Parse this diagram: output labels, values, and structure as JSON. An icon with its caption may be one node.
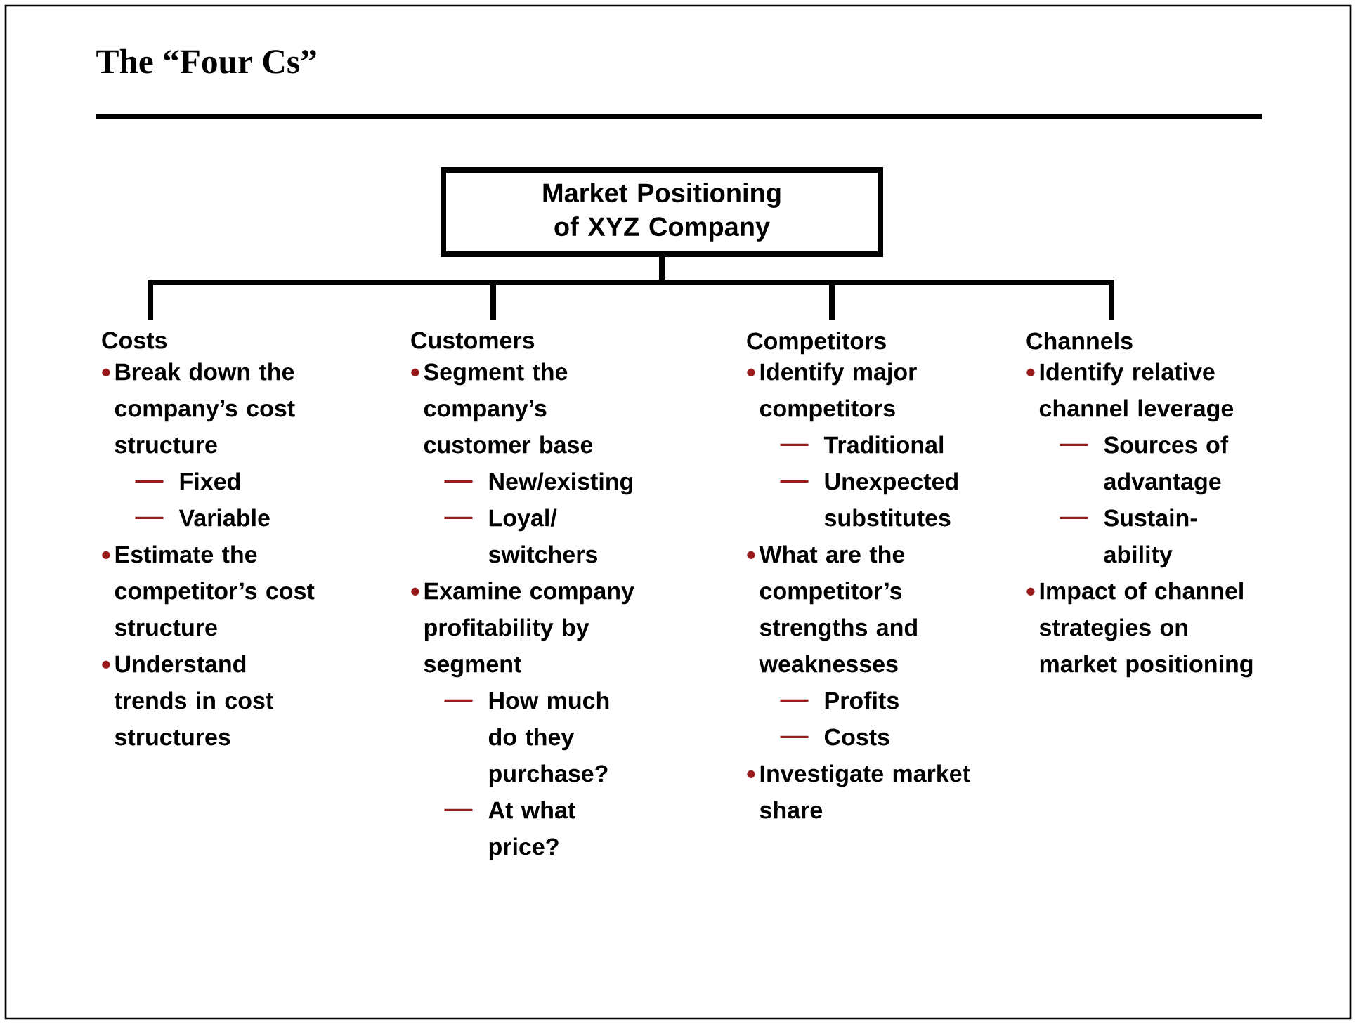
{
  "diagram": {
    "title": "The “Four Cs”",
    "nodes": [
      {
        "text": [
          "Market Positioning of XYZ Company"
        ]
      },
      {
        "text": [
          "Costs"
        ],
        "beside": [
          "Break down the company’s cost structure",
          "Fixed",
          "Variable",
          "Estimate the competitor’s cost structure",
          "Understand trends in cost structures"
        ]
      },
      {
        "text": [
          "Customers"
        ],
        "beside": [
          "Segment the company’s customer base",
          "New/existing",
          "Loyal/ switchers",
          "Examine company profitability by segment",
          "How much do they purchase?",
          "At what price?"
        ]
      },
      {
        "text": [
          "Competitors"
        ],
        "beside": [
          "Identify major competitors",
          "Traditional",
          "Unexpected substitutes",
          "What are the competitor’s strengths and weaknesses",
          "Profits",
          "Costs",
          "Investigate market share"
        ]
      },
      {
        "text": [
          "Channels"
        ],
        "beside": [
          "Identify relative channel leverage",
          "Sources of advantage",
          "Sustain- ability",
          "Impact of channel strategies on market positioning"
        ]
      }
    ],
    "edges": [
      {
        "from": 0,
        "to": 1,
        "arrow": "none"
      },
      {
        "from": 0,
        "to": 2,
        "arrow": "none"
      },
      {
        "from": 0,
        "to": 3,
        "arrow": "none"
      },
      {
        "from": 0,
        "to": 4,
        "arrow": "none"
      }
    ]
  }
}
